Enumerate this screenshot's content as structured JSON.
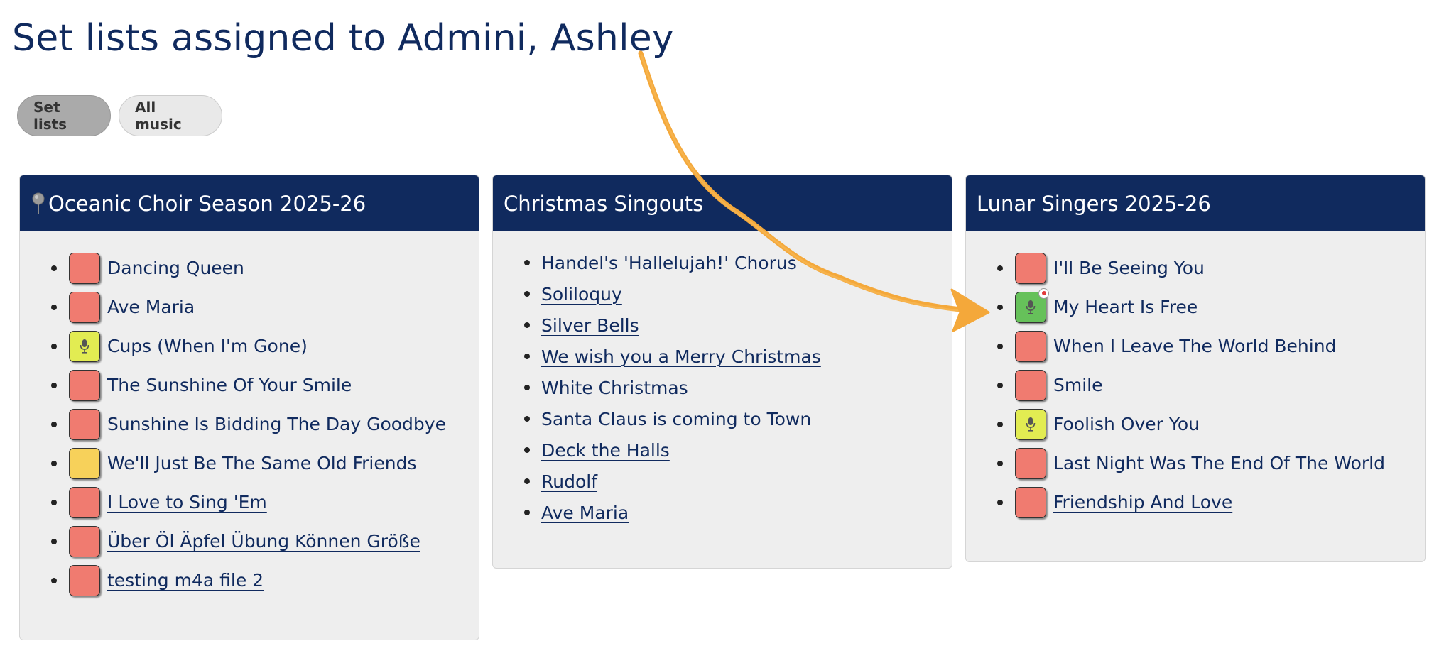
{
  "page": {
    "title": "Set lists assigned to Admini, Ashley"
  },
  "tabs": [
    {
      "label": "Set lists",
      "active": true
    },
    {
      "label": "All music",
      "active": false
    }
  ],
  "colors": {
    "header_bg": "#102a5e",
    "panel_bg": "#eeeeee",
    "status_red": "#f07b70",
    "status_lime": "#e2ec52",
    "status_yellow": "#f7d15a",
    "status_green": "#66c15a",
    "arrow": "#f4a83a"
  },
  "panels": [
    {
      "title": "Oceanic Choir Season 2025-26",
      "pinned": true,
      "songs": [
        {
          "title": "Dancing Queen",
          "status": "red",
          "icon": ""
        },
        {
          "title": "Ave Maria",
          "status": "red",
          "icon": ""
        },
        {
          "title": "Cups (When I'm Gone)",
          "status": "lime",
          "icon": "microphone-icon"
        },
        {
          "title": "The Sunshine Of Your Smile",
          "status": "red",
          "icon": ""
        },
        {
          "title": "Sunshine Is Bidding The Day Goodbye",
          "status": "red",
          "icon": ""
        },
        {
          "title": "We'll Just Be The Same Old Friends",
          "status": "yellow",
          "icon": ""
        },
        {
          "title": "I Love to Sing 'Em",
          "status": "red",
          "icon": ""
        },
        {
          "title": "Über Öl Äpfel Übung Können Größe ",
          "status": "red",
          "icon": ""
        },
        {
          "title": "testing m4a file 2",
          "status": "red",
          "icon": ""
        }
      ]
    },
    {
      "title": "Christmas Singouts",
      "pinned": false,
      "songs": [
        {
          "title": "Handel's 'Hallelujah!' Chorus"
        },
        {
          "title": "Soliloquy"
        },
        {
          "title": "Silver Bells"
        },
        {
          "title": "We wish you a Merry Christmas"
        },
        {
          "title": "White Christmas"
        },
        {
          "title": "Santa Claus is coming to Town"
        },
        {
          "title": "Deck the Halls"
        },
        {
          "title": "Rudolf"
        },
        {
          "title": "Ave Maria"
        }
      ]
    },
    {
      "title": "Lunar Singers 2025-26",
      "pinned": false,
      "songs": [
        {
          "title": "I'll Be Seeing You",
          "status": "red",
          "icon": ""
        },
        {
          "title": "My Heart Is Free",
          "status": "green",
          "icon": "microphone-icon",
          "notification": true
        },
        {
          "title": "When I Leave The World Behind",
          "status": "red",
          "icon": ""
        },
        {
          "title": "Smile",
          "status": "red",
          "icon": ""
        },
        {
          "title": "Foolish Over You",
          "status": "lime",
          "icon": "microphone-icon"
        },
        {
          "title": "Last Night Was The End Of The World",
          "status": "red",
          "icon": ""
        },
        {
          "title": "Friendship And Love",
          "status": "red",
          "icon": ""
        }
      ]
    }
  ]
}
